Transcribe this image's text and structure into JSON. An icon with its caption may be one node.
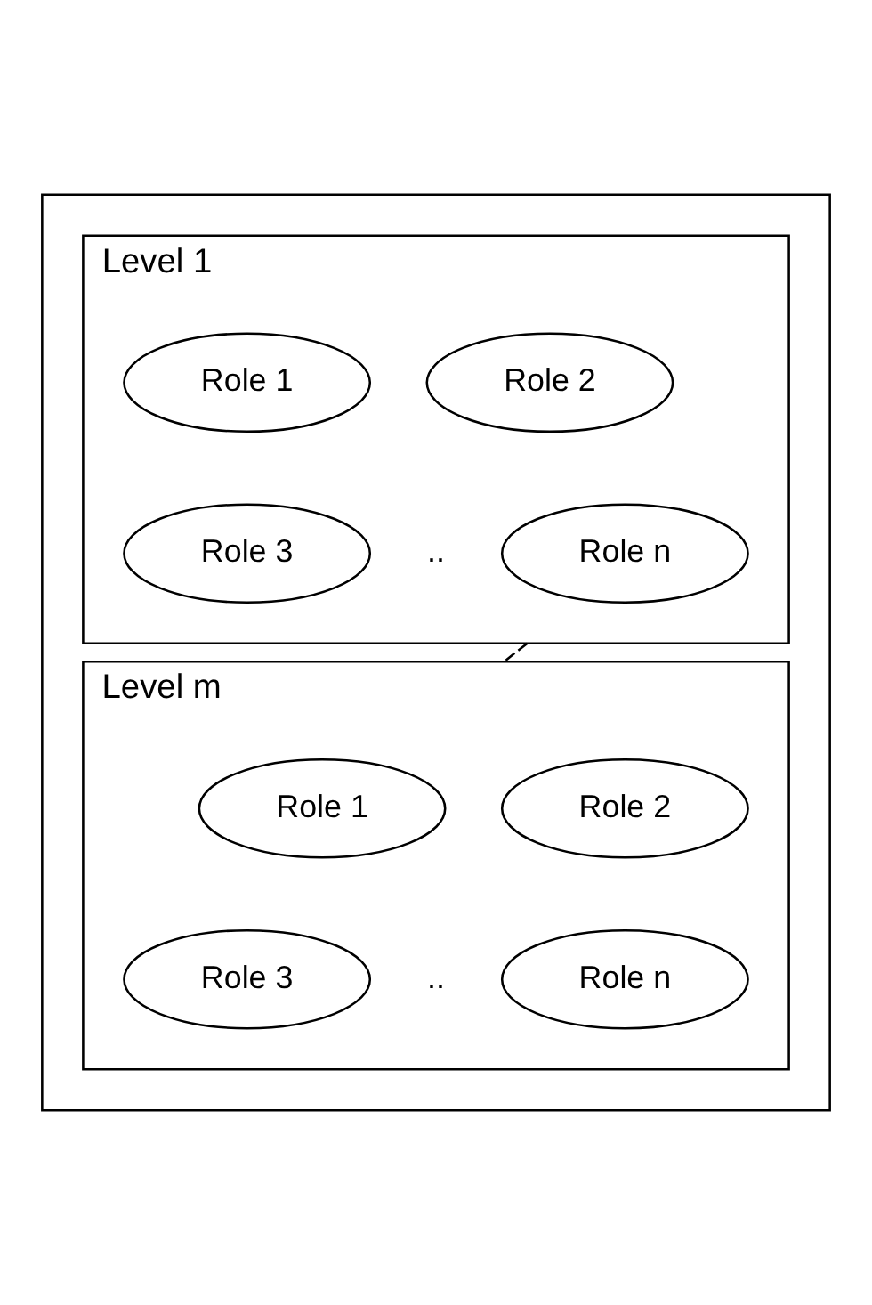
{
  "diagram": {
    "nodes": [
      {
        "text": [],
        "shape": "box"
      },
      {
        "text": [
          "Level 1"
        ],
        "in": 0
      },
      {
        "text": [
          "Role 1"
        ],
        "in": 1
      },
      {
        "text": [
          "Role 2"
        ],
        "in": 1
      },
      {
        "text": [
          "Role 3"
        ],
        "in": 1
      },
      {
        "text": [
          "Role n"
        ],
        "in": 1
      },
      {
        "text": [
          "Level m"
        ],
        "in": 0
      },
      {
        "text": [
          "Role 1"
        ],
        "in": 6
      },
      {
        "text": [
          "Role 2"
        ],
        "in": 6
      },
      {
        "text": [
          "Role 3"
        ],
        "in": 6
      },
      {
        "text": [
          "Role n"
        ],
        "in": 6
      }
    ],
    "edges": [
      {
        "from": 1,
        "to": 6,
        "arrow": "none",
        "style": "dashed"
      }
    ],
    "labels": [
      "..",
      ".."
    ]
  }
}
